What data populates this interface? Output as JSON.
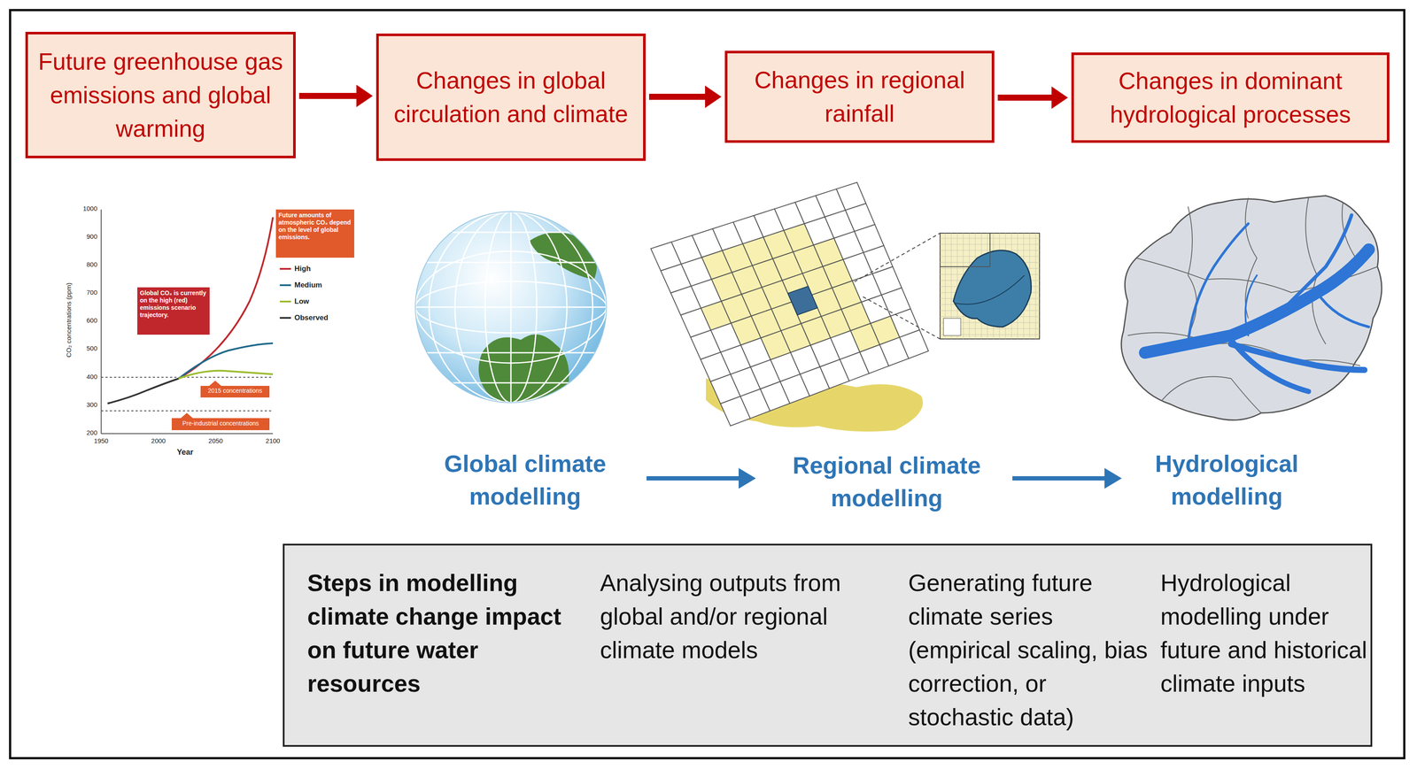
{
  "diagram": {
    "nodes": [
      {
        "text": [
          "Future greenhouse gas emissions and global warming"
        ]
      },
      {
        "text": [
          "Changes in global circulation and climate"
        ]
      },
      {
        "text": [
          "Changes in regional rainfall"
        ]
      },
      {
        "text": [
          "Changes in dominant hydrological processes"
        ]
      },
      {
        "text": [
          "Steps in modelling climate change impact on future water resources",
          "Analysing outputs from global and/or regional climate models",
          "Generating future climate series (empirical scaling, bias correction, or stochastic data)",
          "Hydrological modelling under future and historical climate inputs"
        ]
      }
    ],
    "edges": [
      {
        "from": 0,
        "to": 1,
        "arrow": "to"
      },
      {
        "from": 1,
        "to": 2,
        "arrow": "to"
      },
      {
        "from": 2,
        "to": 3,
        "arrow": "to"
      }
    ],
    "labels": [
      "1000",
      "900",
      "800",
      "700",
      "600",
      "500",
      "400",
      "300",
      "200",
      "1950",
      "2000",
      "2050",
      "2100",
      "Year",
      "CO₂ concentrations (ppm)",
      "Future amounts of atmospheric CO₂ depend on the level of global emissions.",
      "Global CO₂ is currently on the high (red) emissions scenario trajectory.",
      "2015 concentrations",
      "Pre-industrial concentrations",
      "Global climate modelling",
      "Regional climate modelling",
      "Hydrological modelling"
    ],
    "legend": [
      {
        "text": "High"
      },
      {
        "text": "Medium"
      },
      {
        "text": "Low"
      },
      {
        "text": "Observed"
      }
    ]
  }
}
